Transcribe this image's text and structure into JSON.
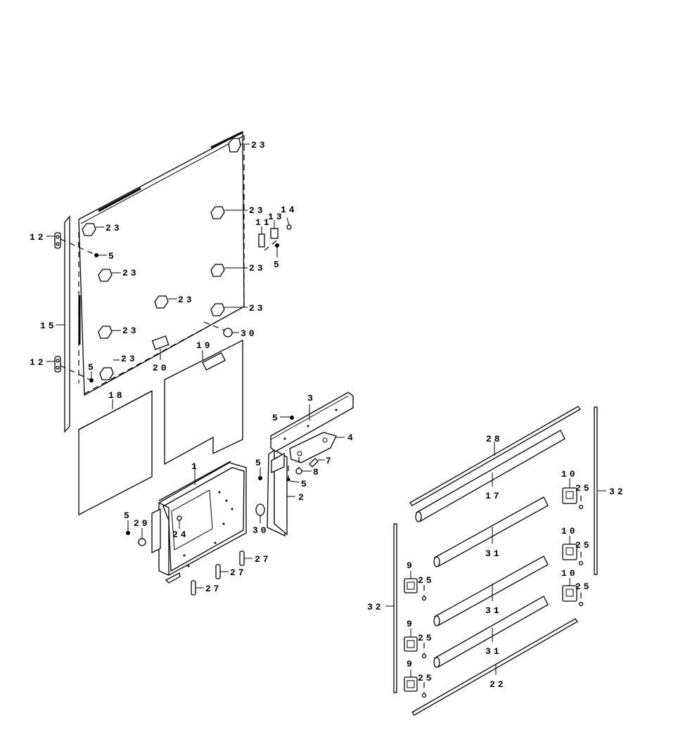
{
  "callouts": {
    "c1": "1",
    "c2": "2",
    "c3": "3",
    "c4": "4",
    "c5": "5",
    "c7": "7",
    "c8": "8",
    "c9": "9",
    "c10": "10",
    "c11": "11",
    "c12": "12",
    "c13": "13",
    "c14": "14",
    "c15": "15",
    "c17": "17",
    "c18": "18",
    "c19": "19",
    "c20": "20",
    "c22": "22",
    "c23": "23",
    "c24": "24",
    "c25": "25",
    "c27": "27",
    "c28": "28",
    "c29": "29",
    "c30": "30",
    "c31": "31",
    "c32": "32"
  }
}
